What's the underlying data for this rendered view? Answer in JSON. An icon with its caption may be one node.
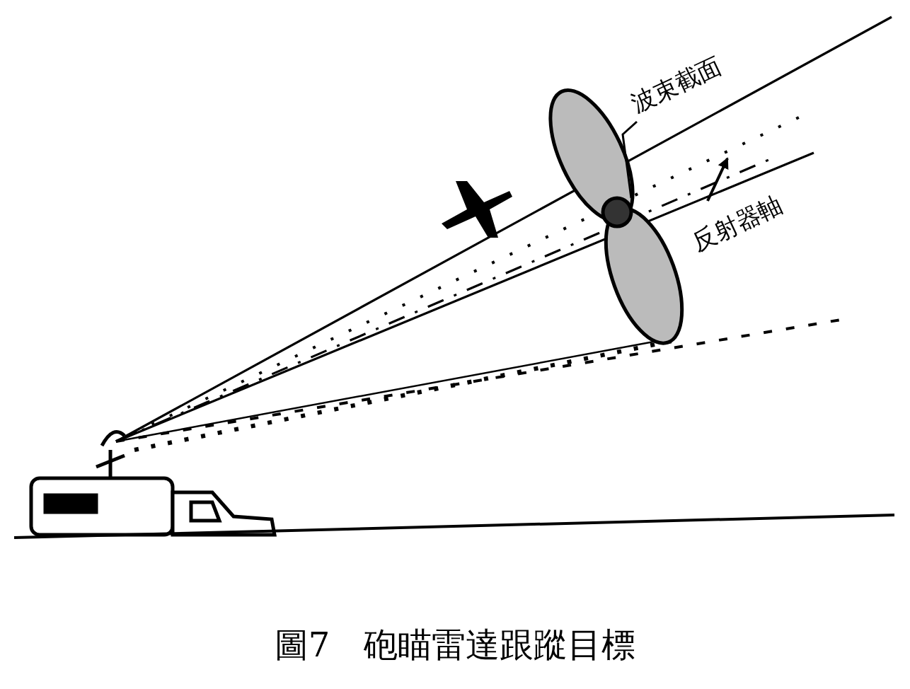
{
  "diagram": {
    "caption": "圖7　砲瞄雷達跟蹤目標",
    "nodes": [
      {
        "text": [
          "波束截面"
        ]
      },
      {
        "text": [],
        "shape": "ellipse"
      },
      {
        "text": [
          "反射器軸"
        ]
      }
    ],
    "edges": [
      {
        "from": 0,
        "to": 1,
        "arrow": "none"
      },
      {
        "from": 2,
        "to": null,
        "arrow": "to"
      }
    ]
  }
}
